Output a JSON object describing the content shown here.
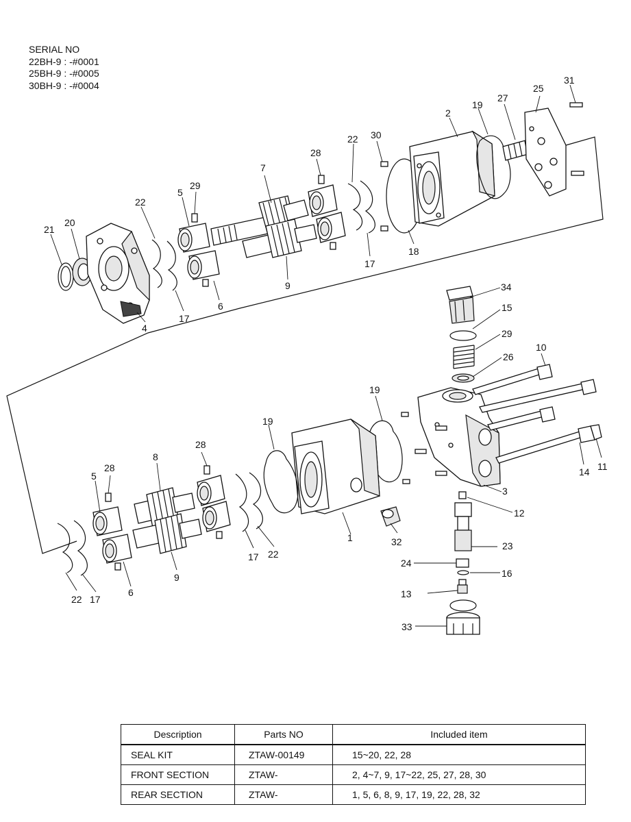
{
  "serial": {
    "heading": "SERIAL NO",
    "lines": [
      "22BH-9 : -#0001",
      "25BH-9 : -#0005",
      "30BH-9 : -#0004"
    ]
  },
  "callouts": [
    "1",
    "2",
    "3",
    "4",
    "5",
    "5",
    "6",
    "6",
    "7",
    "8",
    "9",
    "9",
    "10",
    "11",
    "12",
    "13",
    "14",
    "15",
    "16",
    "17",
    "17",
    "17",
    "17",
    "18",
    "19",
    "19",
    "19",
    "20",
    "21",
    "22",
    "22",
    "22",
    "22",
    "23",
    "24",
    "25",
    "26",
    "27",
    "28",
    "28",
    "28",
    "29",
    "29",
    "30",
    "31",
    "32",
    "33",
    "34"
  ],
  "table": {
    "headers": [
      "Description",
      "Parts NO",
      "Included item"
    ],
    "rows": [
      [
        "SEAL KIT",
        "ZTAW-00149",
        "15~20, 22, 28"
      ],
      [
        "FRONT SECTION",
        "ZTAW-",
        "2, 4~7, 9, 17~22, 25, 27, 28, 30"
      ],
      [
        "REAR SECTION",
        "ZTAW-",
        "1, 5, 6, 8, 9, 17, 19, 22, 28, 32"
      ]
    ]
  }
}
